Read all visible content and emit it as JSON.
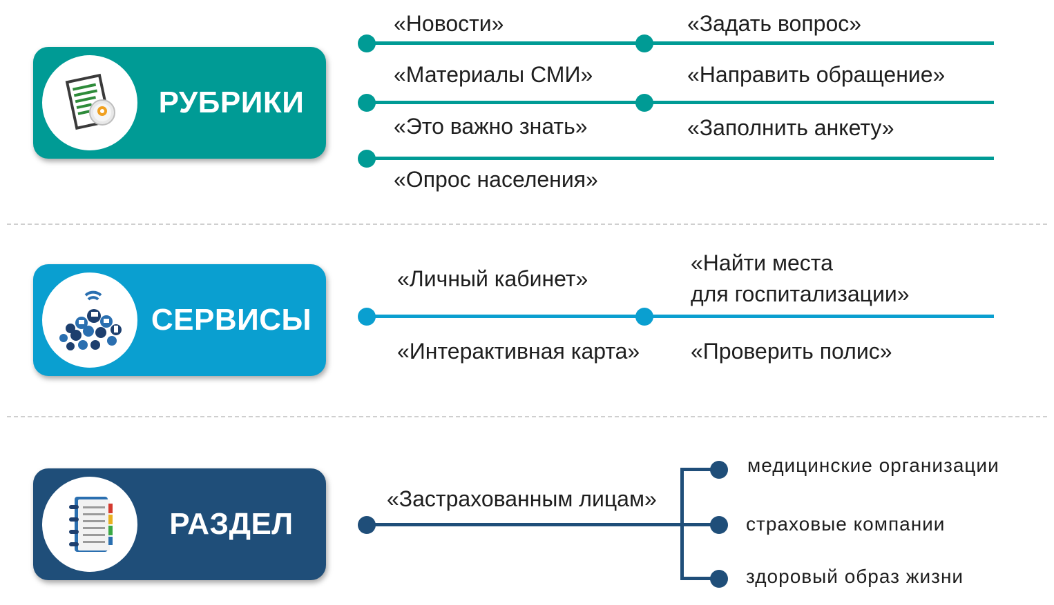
{
  "colors": {
    "rubriki": "#009b95",
    "servisy": "#0a9fd0",
    "razdel": "#1f4e79"
  },
  "rubriki": {
    "title": "РУБРИКИ",
    "icon": "document-settings-icon",
    "items": [
      "«Новости»",
      "«Задать вопрос»",
      "«Материалы СМИ»",
      "«Направить обращение»",
      "«Это важно знать»",
      "«Заполнить анкету»",
      "«Опрос населения»"
    ]
  },
  "servisy": {
    "title": "СЕРВИСЫ",
    "icon": "cloud-devices-icon",
    "items": [
      "«Личный кабинет»",
      "«Найти места",
      "для госпитализации»",
      "«Интерактивная карта»",
      "«Проверить полис»"
    ]
  },
  "razdel": {
    "title": "РАЗДЕЛ",
    "icon": "notebook-icon",
    "main": "«Застрахованным лицам»",
    "subitems": [
      "медицинские организации",
      "страховые компании",
      "здоровый образ жизни"
    ]
  }
}
